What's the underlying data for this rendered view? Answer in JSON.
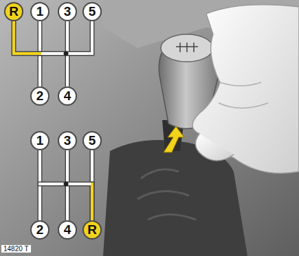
{
  "diagram": {
    "nodes": [
      {
        "text": [
          "R"
        ]
      },
      {
        "text": [
          "1"
        ]
      },
      {
        "text": [
          "3"
        ]
      },
      {
        "text": [
          "5"
        ]
      },
      {
        "text": [
          "2"
        ]
      },
      {
        "text": [
          "4"
        ]
      },
      {
        "text": [
          "1"
        ]
      },
      {
        "text": [
          "3"
        ]
      },
      {
        "text": [
          "5"
        ]
      },
      {
        "text": [
          "2"
        ]
      },
      {
        "text": [
          "4"
        ]
      },
      {
        "text": [
          "R"
        ]
      }
    ],
    "edges": [
      {
        "from": 1,
        "to": 4,
        "arrow": "none"
      },
      {
        "from": 2,
        "to": 5,
        "arrow": "none"
      },
      {
        "from": 6,
        "to": 9,
        "arrow": "none"
      },
      {
        "from": 7,
        "to": 10,
        "arrow": "none"
      },
      {
        "from": 8,
        "to": 11,
        "arrow": "none"
      }
    ],
    "labels": [
      "14820 T"
    ]
  }
}
